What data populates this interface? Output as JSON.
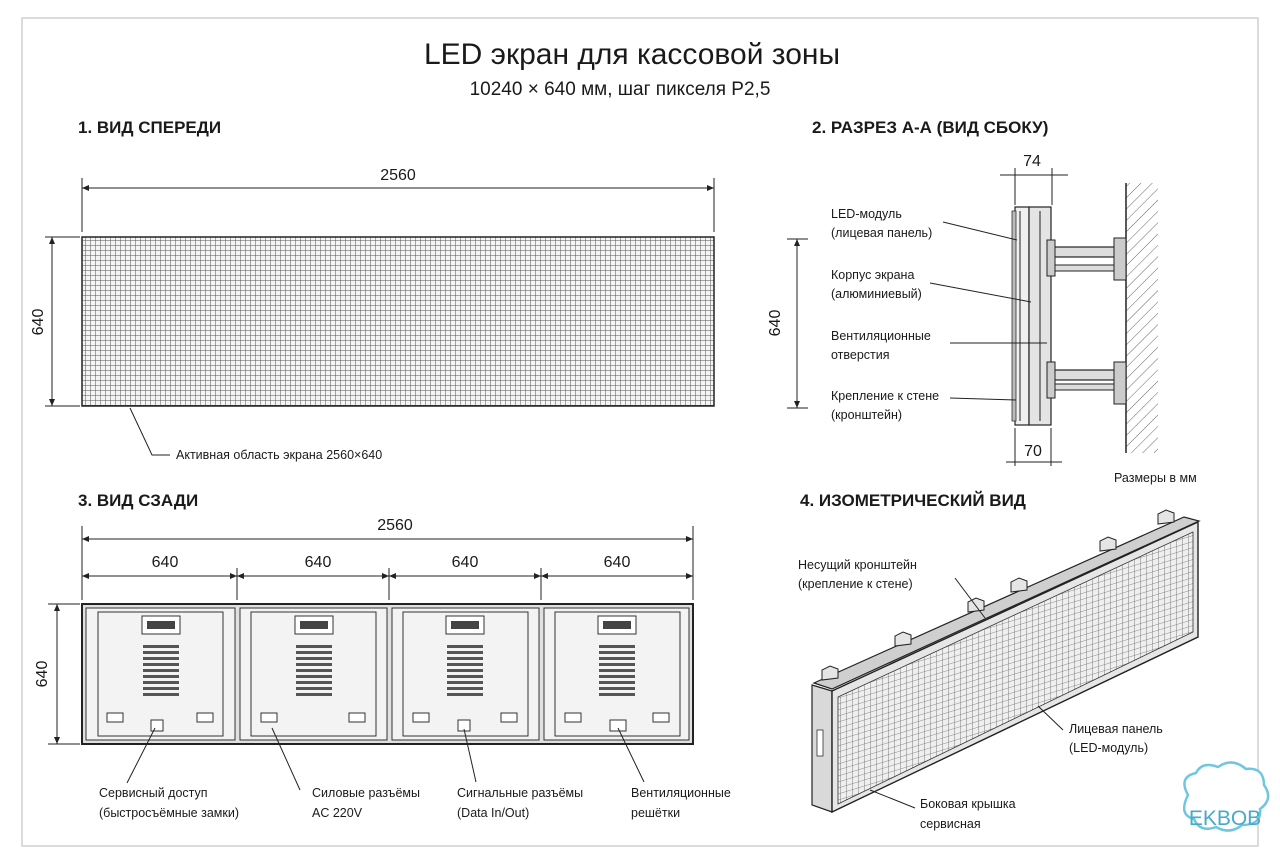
{
  "title": "LED экран для кассовой зоны",
  "subtitle": "10240 × 640 мм, шаг пикселя P2,5",
  "front": {
    "heading": "1. ВИД СПЕРЕДИ",
    "width_dim": "2560",
    "height_dim": "640",
    "callout": "Активная область экрана 2560×640"
  },
  "side": {
    "heading": "2. РАЗРЕЗ А-А (ВИД СБОКУ)",
    "top_dim": "74",
    "bottom_dim": "70",
    "height_dim": "640",
    "labels": [
      {
        "l1": "LED-модуль",
        "l2": "(лицевая панель)"
      },
      {
        "l1": "Корпус экрана",
        "l2": "(алюминиевый)"
      },
      {
        "l1": "Вентиляционные",
        "l2": "отверстия"
      },
      {
        "l1": "Крепление к стене",
        "l2": "(кронштейн)"
      }
    ],
    "units_note": "Размеры в мм"
  },
  "rear": {
    "heading": "3. ВИД СЗАДИ",
    "total_dim": "2560",
    "section_dims": [
      "640",
      "640",
      "640",
      "640"
    ],
    "height_dim": "640",
    "callouts": [
      {
        "l1": "Сервисный доступ",
        "l2": "(быстросъёмные замки)"
      },
      {
        "l1": "Силовые разъёмы",
        "l2": "AC 220V"
      },
      {
        "l1": "Сигнальные разъёмы",
        "l2": "(Data In/Out)"
      },
      {
        "l1": "Вентиляционные",
        "l2": "решётки"
      }
    ]
  },
  "iso": {
    "heading": "4. ИЗОМЕТРИЧЕСКИЙ ВИД",
    "labels": [
      {
        "l1": "Несущий кронштейн",
        "l2": "(крепление к стене)"
      },
      {
        "l1": "Лицевая панель",
        "l2": "(LED-модуль)"
      },
      {
        "l1": "Боковая крышка",
        "l2": "сервисная"
      }
    ]
  },
  "watermark": "EKBOB"
}
